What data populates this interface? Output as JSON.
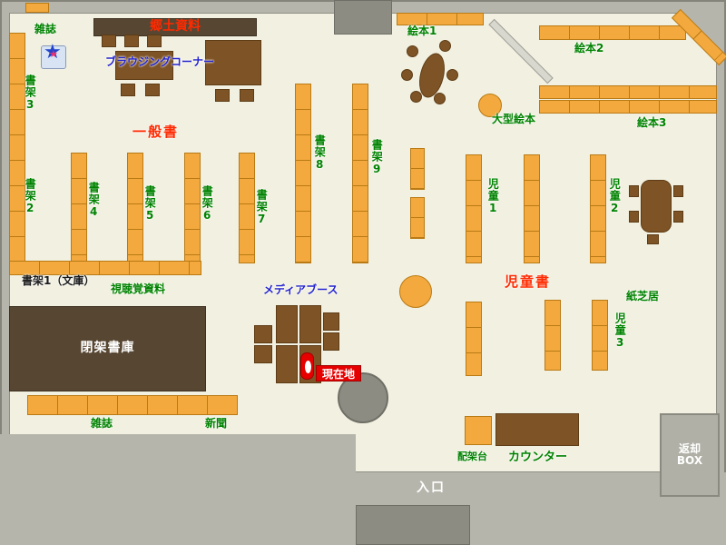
{
  "labels": {
    "magazines_top": "雑誌",
    "local_materials": "郷土資料",
    "browsing_corner": "ブラウジングコーナー",
    "shelf3": "書架3",
    "shelf2": "書架2",
    "general_books": "一般書",
    "shelf4": "書架4",
    "shelf5": "書架5",
    "shelf6": "書架6",
    "shelf7": "書架7",
    "shelf8": "書架8",
    "shelf9": "書架9",
    "ehon1": "絵本1",
    "ehon2": "絵本2",
    "ehon3": "絵本3",
    "ogata_ehon": "大型絵本",
    "jido1": "児童1",
    "jido2": "児童2",
    "jido3": "児童3",
    "jidosho": "児童書",
    "kamishibai": "紙芝居",
    "shelf1_bunko": "書架1（文庫）",
    "audiovisual": "視聴覚資料",
    "media_booth": "メディアブース",
    "closed_stacks": "閉架書庫",
    "current_location": "現在地",
    "magazines_bottom": "雑誌",
    "newspapers": "新聞",
    "haikadai": "配架台",
    "counter": "カウンター",
    "entrance": "入口",
    "return_box_1": "返却",
    "return_box_2": "BOX"
  },
  "colors": {
    "floor": "#f2f0e0",
    "wall": "#b5b5ab",
    "shelf_orange": "#f3a93e",
    "table_brown": "#7e5426",
    "closed_stacks_brown": "#574632",
    "label_green": "#008200",
    "label_red": "#ff2a00",
    "label_blue": "#2222cc",
    "current_location_red": "#e60000"
  }
}
